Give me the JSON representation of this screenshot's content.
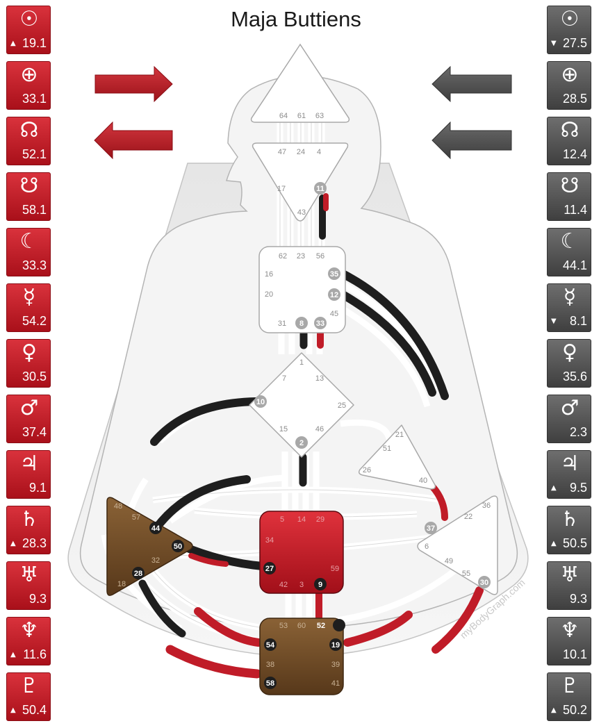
{
  "title": "Maja Buttiens",
  "watermark": "myBodyGraph.com",
  "colors": {
    "design": "#c01c28",
    "personality": "#505050",
    "activation_black": "#1e1e1e",
    "center_brown": "#6e4a26"
  },
  "design_column": [
    {
      "icon": "sun-icon",
      "glyph": "☉",
      "value": "19.1",
      "arrow": "▲"
    },
    {
      "icon": "earth-icon",
      "glyph": "⊕",
      "value": "33.1",
      "arrow": ""
    },
    {
      "icon": "north-node-icon",
      "glyph": "☊",
      "value": "52.1",
      "arrow": ""
    },
    {
      "icon": "south-node-icon",
      "glyph": "☋",
      "value": "58.1",
      "arrow": ""
    },
    {
      "icon": "moon-icon",
      "glyph": "☾",
      "value": "33.3",
      "arrow": ""
    },
    {
      "icon": "mercury-icon",
      "glyph": "☿",
      "value": "54.2",
      "arrow": ""
    },
    {
      "icon": "venus-icon",
      "glyph": "♀",
      "value": "30.5",
      "arrow": ""
    },
    {
      "icon": "mars-icon",
      "glyph": "♂",
      "value": "37.4",
      "arrow": ""
    },
    {
      "icon": "jupiter-icon",
      "glyph": "♃",
      "value": "9.1",
      "arrow": ""
    },
    {
      "icon": "saturn-icon",
      "glyph": "♄",
      "value": "28.3",
      "arrow": "▲"
    },
    {
      "icon": "uranus-icon",
      "glyph": "♅",
      "value": "9.3",
      "arrow": ""
    },
    {
      "icon": "neptune-icon",
      "glyph": "♆",
      "value": "11.6",
      "arrow": "▲"
    },
    {
      "icon": "pluto-icon",
      "glyph": "♇",
      "value": "50.4",
      "arrow": "▲"
    }
  ],
  "personality_column": [
    {
      "icon": "sun-icon",
      "glyph": "☉",
      "value": "27.5",
      "arrow": "▼"
    },
    {
      "icon": "earth-icon",
      "glyph": "⊕",
      "value": "28.5",
      "arrow": ""
    },
    {
      "icon": "north-node-icon",
      "glyph": "☊",
      "value": "12.4",
      "arrow": ""
    },
    {
      "icon": "south-node-icon",
      "glyph": "☋",
      "value": "11.4",
      "arrow": ""
    },
    {
      "icon": "moon-icon",
      "glyph": "☾",
      "value": "44.1",
      "arrow": ""
    },
    {
      "icon": "mercury-icon",
      "glyph": "☿",
      "value": "8.1",
      "arrow": "▼"
    },
    {
      "icon": "venus-icon",
      "glyph": "♀",
      "value": "35.6",
      "arrow": ""
    },
    {
      "icon": "mars-icon",
      "glyph": "♂",
      "value": "2.3",
      "arrow": ""
    },
    {
      "icon": "jupiter-icon",
      "glyph": "♃",
      "value": "9.5",
      "arrow": "▲"
    },
    {
      "icon": "saturn-icon",
      "glyph": "♄",
      "value": "50.5",
      "arrow": "▲"
    },
    {
      "icon": "uranus-icon",
      "glyph": "♅",
      "value": "9.3",
      "arrow": ""
    },
    {
      "icon": "neptune-icon",
      "glyph": "♆",
      "value": "10.1",
      "arrow": ""
    },
    {
      "icon": "pluto-icon",
      "glyph": "♇",
      "value": "50.2",
      "arrow": "▲"
    }
  ],
  "gates": {
    "g64": "64",
    "g61": "61",
    "g63": "63",
    "g47": "47",
    "g24": "24",
    "g4": "4",
    "g17": "17",
    "g11": "11",
    "g43": "43",
    "g62": "62",
    "g23": "23",
    "g56": "56",
    "g16": "16",
    "g35": "35",
    "g20": "20",
    "g12": "12",
    "g45": "45",
    "g31": "31",
    "g8": "8",
    "g33": "33",
    "g1": "1",
    "g7": "7",
    "g13": "13",
    "g10": "10",
    "g25": "25",
    "g15": "15",
    "g46": "46",
    "g2": "2",
    "g21": "21",
    "g51": "51",
    "g26": "26",
    "g40": "40",
    "g36": "36",
    "g22": "22",
    "g37": "37",
    "g6": "6",
    "g49": "49",
    "g55": "55",
    "g30": "30",
    "g48": "48",
    "g57": "57",
    "g44": "44",
    "g50": "50",
    "g32": "32",
    "g28": "28",
    "g18": "18",
    "g5": "5",
    "g14": "14",
    "g29": "29",
    "g34": "34",
    "g27": "27",
    "g59": "59",
    "g42": "42",
    "g3": "3",
    "g9": "9",
    "g53": "53",
    "g60": "60",
    "g52": "52",
    "g54": "54",
    "g19": "19",
    "g38": "38",
    "g39": "39",
    "g58": "58",
    "g41": "41"
  }
}
